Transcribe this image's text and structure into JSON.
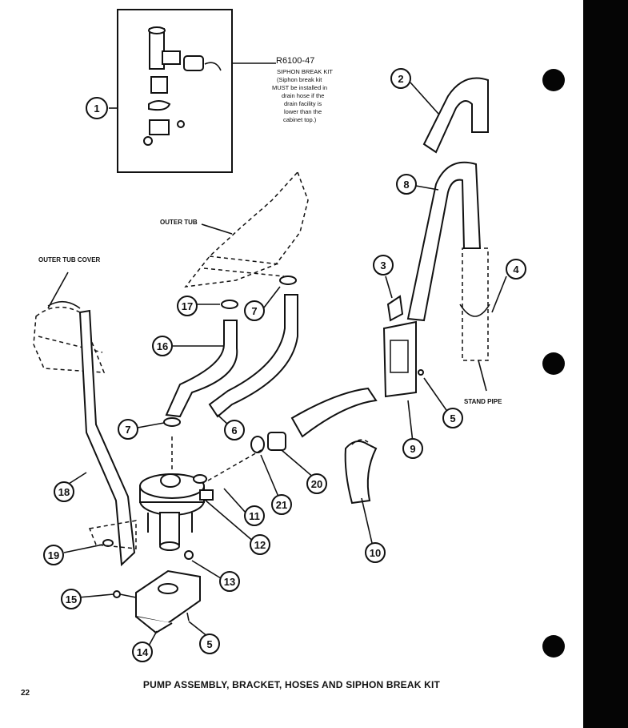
{
  "diagram": {
    "title": "PUMP ASSEMBLY, BRACKET, HOSES AND SIPHON BREAK KIT",
    "page_number": "22",
    "kit_part_number": "R6100-47",
    "kit_note": [
      "SIPHON BREAK KIT",
      "(Siphon break kit",
      "MUST be installed in",
      "drain hose if the",
      "drain facility is",
      "lower than the",
      "cabinet top.)"
    ],
    "labels": {
      "outer_tub": "OUTER TUB",
      "outer_tub_cover": "OUTER TUB COVER",
      "stand_pipe": "STAND PIPE"
    },
    "callouts": [
      "1",
      "2",
      "3",
      "4",
      "5",
      "6",
      "7",
      "8",
      "9",
      "10",
      "11",
      "12",
      "13",
      "14",
      "15",
      "16",
      "17",
      "18",
      "19",
      "20",
      "21",
      "5",
      "7"
    ]
  }
}
